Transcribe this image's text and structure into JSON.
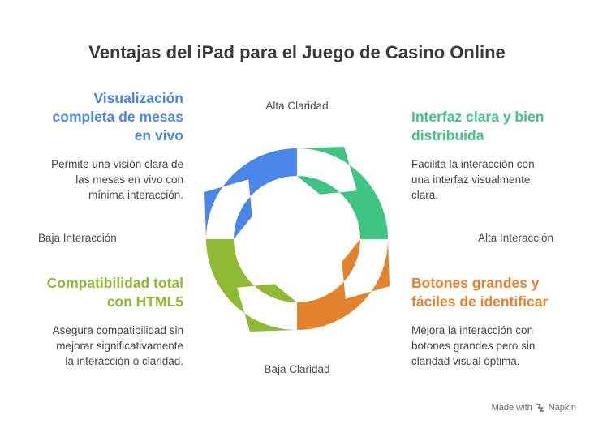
{
  "title": "Ventajas del iPad para el Juego de Casino Online",
  "axes": {
    "y_top": "Alta Claridad",
    "y_bottom": "Baja Claridad",
    "x_left": "Baja Interacción",
    "x_right": "Alta Interacción"
  },
  "quadrants": {
    "top_left": {
      "color": "#4a86e8",
      "heading": [
        "Visualización",
        "completa de mesas",
        "en vivo"
      ],
      "body": [
        "Permite una visión clara de",
        "las mesas en vivo con",
        "mínima interacción."
      ]
    },
    "top_right": {
      "color": "#3fc484",
      "heading": [
        "Interfaz clara y bien",
        "distribuida"
      ],
      "body": [
        "Facilita la interacción con",
        "una interfaz visualmente",
        "clara."
      ]
    },
    "bottom_left": {
      "color": "#8fba34",
      "heading": [
        "Compatibilidad total",
        "con HTML5"
      ],
      "body": [
        "Asegura compatibilidad sin",
        "mejorar significativamente",
        "la interacción o claridad."
      ]
    },
    "bottom_right": {
      "color": "#e5822e",
      "heading": [
        "Botones grandes y",
        "fáciles de identificar"
      ],
      "body": [
        "Mejora la interacción con",
        "botones grandes pero sin",
        "claridad visual óptima."
      ]
    }
  },
  "footer": {
    "text": "Made with",
    "brand": "Napkin",
    "icon": "napkin-icon"
  }
}
